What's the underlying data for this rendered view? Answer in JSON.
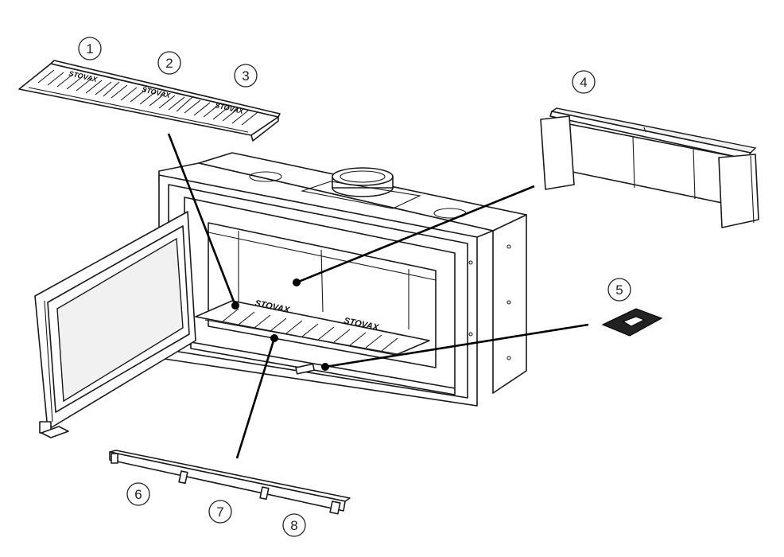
{
  "callouts": [
    {
      "label": "1"
    },
    {
      "label": "2"
    },
    {
      "label": "3"
    },
    {
      "label": "4"
    },
    {
      "label": "5"
    },
    {
      "label": "6"
    },
    {
      "label": "7"
    },
    {
      "label": "8"
    }
  ],
  "brand_text": "STOVAX"
}
